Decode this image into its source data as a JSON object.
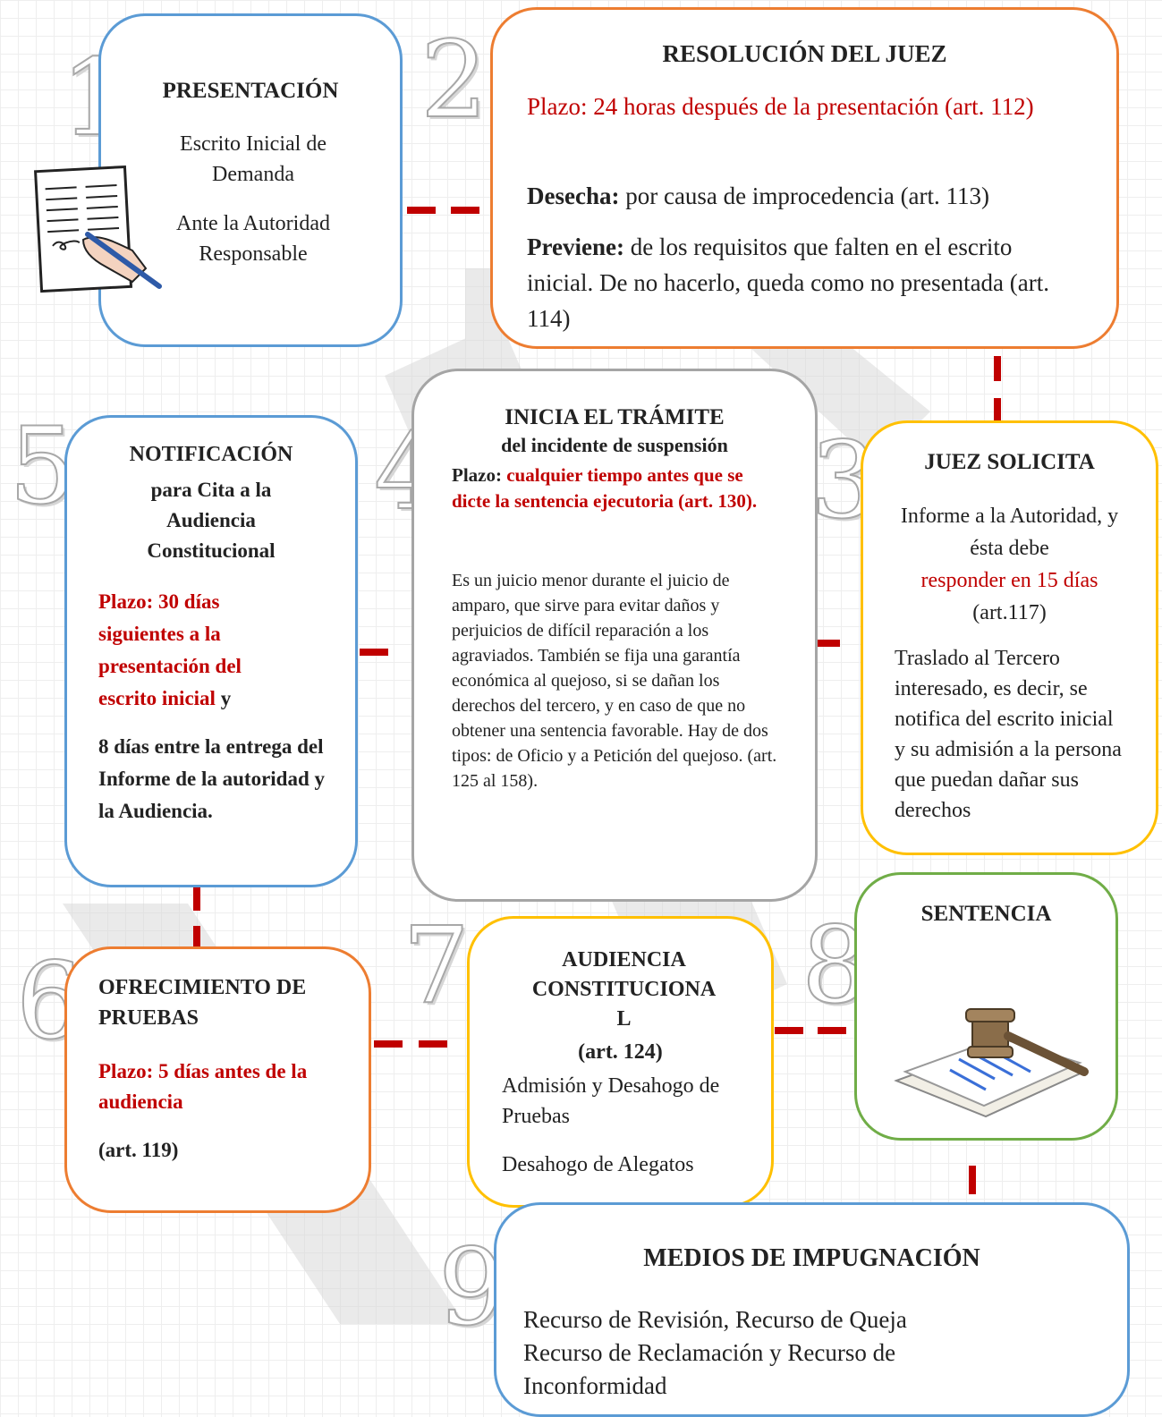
{
  "steps": {
    "s1": {
      "number": "1",
      "title": "PRESENTACIÓN",
      "line1": "Escrito Inicial de Demanda",
      "line2": "Ante la Autoridad Responsable"
    },
    "s2": {
      "number": "2",
      "title": "RESOLUCIÓN DEL JUEZ",
      "plazo": "Plazo: 24 horas después de la presentación (art. 112)",
      "desecha_label": "Desecha:",
      "desecha_text": " por causa de improcedencia (art. 113)",
      "previene_label": "Previene:",
      "previene_text": " de los requisitos que falten en el escrito inicial. De no hacerlo, queda como no presentada (art. 114)"
    },
    "s3": {
      "number": "3",
      "title": "JUEZ SOLICITA",
      "line1": "Informe a la Autoridad, y ésta debe",
      "line_red": "responder en 15 días",
      "line2": "(art.117)",
      "para": "Traslado al Tercero interesado, es decir, se notifica del escrito inicial y su admisión a la persona que puedan dañar sus derechos"
    },
    "s4": {
      "number": "4",
      "title": "INICIA EL TRÁMITE",
      "subtitle": "del incidente de suspensión",
      "plazo_label": "Plazo:",
      "plazo_text": " cualquier tiempo antes que se dicte la sentencia ejecutoria (art. 130).",
      "para": "Es un juicio menor durante el juicio de amparo, que sirve para evitar daños y perjuicios de difícil reparación a los agraviados. También se fija una garantía económica al quejoso, si se dañan los derechos del tercero, y en caso de que no obtener una sentencia favorable. Hay de dos tipos: de Oficio y a Petición del quejoso. (art. 125 al 158)."
    },
    "s5": {
      "number": "5",
      "title": "NOTIFICACIÓN",
      "subtitle": "para Cita a la Audiencia Constitucional",
      "plazo_red": "Plazo: 30 días siguientes a la presentación del escrito inicial",
      "plazo_tail": " y",
      "para": "8 días entre la entrega del Informe de la autoridad y la Audiencia."
    },
    "s6": {
      "number": "6",
      "title": "OFRECIMIENTO DE PRUEBAS",
      "plazo": "Plazo: 5 días antes de la audiencia",
      "art": "(art. 119)"
    },
    "s7": {
      "number": "7",
      "title": "AUDIENCIA CONSTITUCIONA L",
      "art": "(art. 124)",
      "line1": "Admisión y Desahogo de Pruebas",
      "line2": "Desahogo de Alegatos"
    },
    "s8": {
      "number": "8",
      "title": "SENTENCIA",
      "image": "gavel-icon"
    },
    "s9": {
      "number": "9",
      "title": "MEDIOS DE IMPUGNACIÓN",
      "line1": "Recurso de Revisión, Recurso de Queja",
      "line2": "Recurso de Reclamación y Recurso de Inconformidad"
    }
  },
  "colors": {
    "blue": "#5b9bd5",
    "orange": "#ed7d31",
    "yellow": "#ffc000",
    "gray": "#a5a5a5",
    "green": "#70ad47",
    "red": "#c00000"
  },
  "icons": {
    "s1_image": "document-signing-icon"
  }
}
